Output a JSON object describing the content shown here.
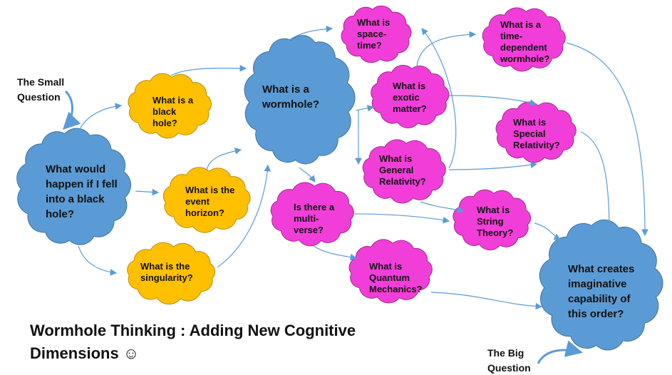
{
  "annotations": {
    "small_question": "The Small Question",
    "big_question": "The Big Question"
  },
  "title": {
    "line1": "Wormhole Thinking : Adding New Cognitive",
    "line2": "Dimensions ☺"
  },
  "nodes": {
    "main": "What would happen if I fell into a black hole?",
    "black_hole": "What is a black hole?",
    "event_horizon": "What is the event horizon?",
    "singularity": "What is the singularity?",
    "wormhole": "What is a wormhole?",
    "spacetime": "What is space-time?",
    "exotic_matter": "What is exotic matter?",
    "general_relativity": "What is General Relativity?",
    "multiverse": "Is there a multi-verse?",
    "quantum": "What is Quantum Mechanics?",
    "time_dependent": "What is a time-dependent wormhole?",
    "special_relativity": "What is Special Relativity?",
    "string_theory": "What is String Theory?",
    "big": "What creates imaginative capability of this order?"
  },
  "colors": {
    "blue": "#5b9bd5",
    "yellow": "#ffc000",
    "magenta": "#f23ed9",
    "arrow": "#5b9bd5"
  }
}
